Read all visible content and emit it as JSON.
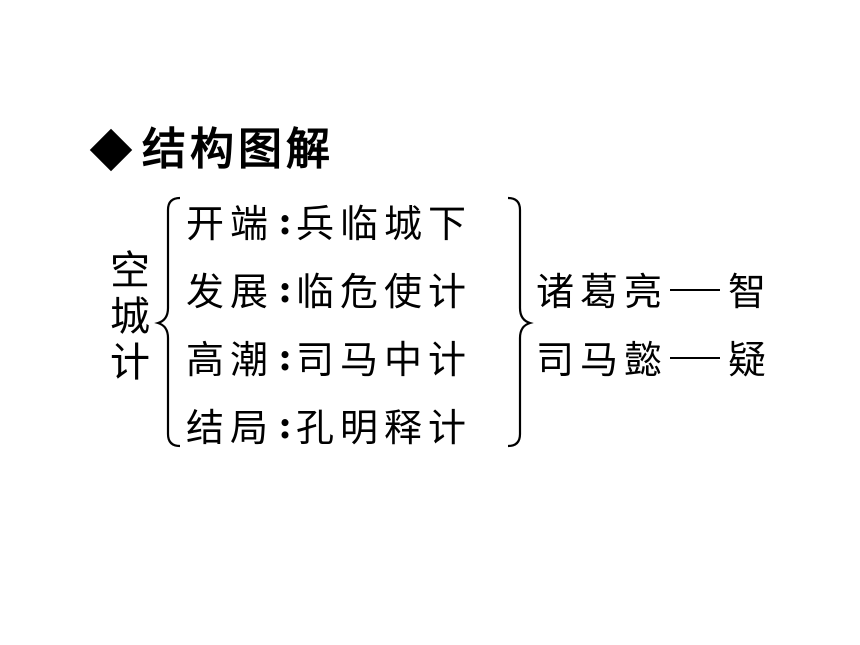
{
  "heading": {
    "text": "结构图解"
  },
  "title": {
    "chars": [
      "空",
      "城",
      "计"
    ]
  },
  "stages": [
    {
      "label": "开端",
      "colon": ":",
      "content": "兵临城下"
    },
    {
      "label": "发展",
      "colon": ":",
      "content": "临危使计"
    },
    {
      "label": "高潮",
      "colon": ":",
      "content": "司马中计"
    },
    {
      "label": "结局",
      "colon": ":",
      "content": "孔明释计"
    }
  ],
  "characters": [
    {
      "name": "诸葛亮",
      "trait": "智"
    },
    {
      "name": "司马懿",
      "trait": "疑"
    }
  ]
}
